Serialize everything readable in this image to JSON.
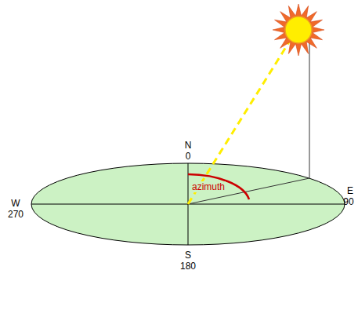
{
  "diagram": {
    "labels": [
      "N",
      "0",
      "E",
      "90",
      "S",
      "180",
      "W",
      "270",
      "azimuth"
    ]
  }
}
